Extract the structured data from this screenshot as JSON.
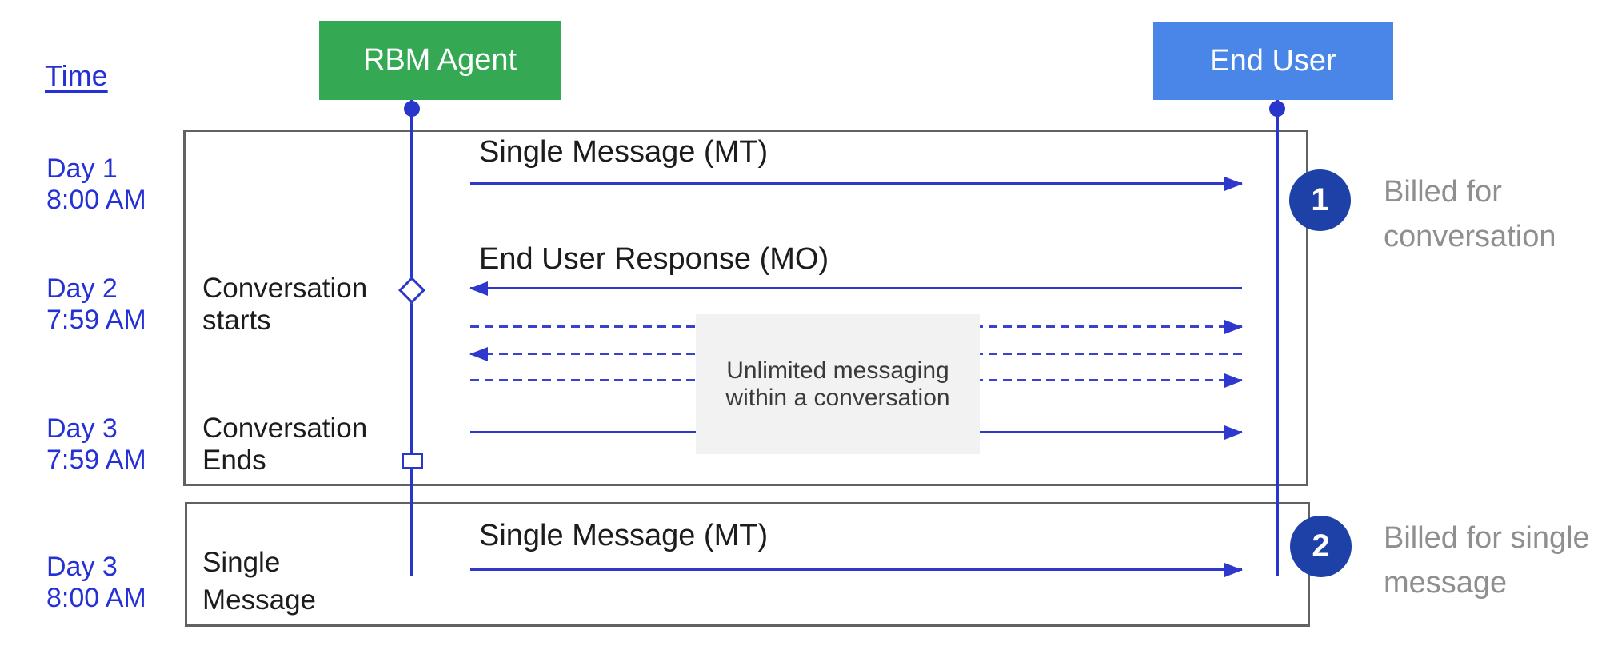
{
  "diagram": {
    "title_semantic": "RBM conversation vs single-message billing sequence diagram",
    "time_label": "Time",
    "actors": [
      {
        "name": "RBM Agent",
        "color": "#34a853"
      },
      {
        "name": "End User",
        "color": "#4a86e8"
      }
    ],
    "timeline": [
      {
        "day": "Day 1",
        "time": "8:00 AM"
      },
      {
        "day": "Day 2",
        "time": "7:59 AM"
      },
      {
        "day": "Day 3",
        "time": "7:59 AM"
      },
      {
        "day": "Day 3",
        "time": "8:00 AM"
      }
    ],
    "conversation_box": {
      "start_label": {
        "line1": "Conversation",
        "line2": "starts"
      },
      "end_label": {
        "line1": "Conversation",
        "line2": "Ends"
      },
      "mt_message_label": "Single Message (MT)",
      "mo_message_label": "End User Response (MO)",
      "note": {
        "line1": "Unlimited messaging",
        "line2": "within a conversation"
      },
      "messages": [
        {
          "label": "Single Message (MT)",
          "from": "RBM Agent",
          "to": "End User",
          "style": "solid",
          "direction": "right"
        },
        {
          "label": "End User Response (MO)",
          "from": "End User",
          "to": "RBM Agent",
          "style": "solid",
          "direction": "left"
        },
        {
          "label": "",
          "style": "dashed",
          "direction": "right"
        },
        {
          "label": "",
          "style": "dashed",
          "direction": "left"
        },
        {
          "label": "",
          "style": "dashed",
          "direction": "right"
        },
        {
          "label": "",
          "style": "solid",
          "direction": "right"
        }
      ],
      "billing": {
        "badge": "1",
        "line1": "Billed for",
        "line2": "conversation"
      }
    },
    "single_message_box": {
      "label": {
        "line1": "Single",
        "line2": "Message"
      },
      "mt_message_label": "Single Message (MT)",
      "messages": [
        {
          "label": "Single Message (MT)",
          "from": "RBM Agent",
          "to": "End User",
          "style": "solid",
          "direction": "right"
        }
      ],
      "billing": {
        "badge": "2",
        "line1": "Billed for single",
        "line2": "message"
      }
    },
    "colors": {
      "rbm_agent_green": "#34a853",
      "end_user_blue": "#4a86e8",
      "lifeline_blue": "#2936cc",
      "arrow_blue": "#2e38cd",
      "timeline_text_blue": "#2531d6",
      "badge_dark_blue": "#1e41a8",
      "frame_border_gray": "#616161",
      "note_background_gray": "#f2f2f2",
      "annotation_text_gray": "#8f8f8f"
    }
  }
}
